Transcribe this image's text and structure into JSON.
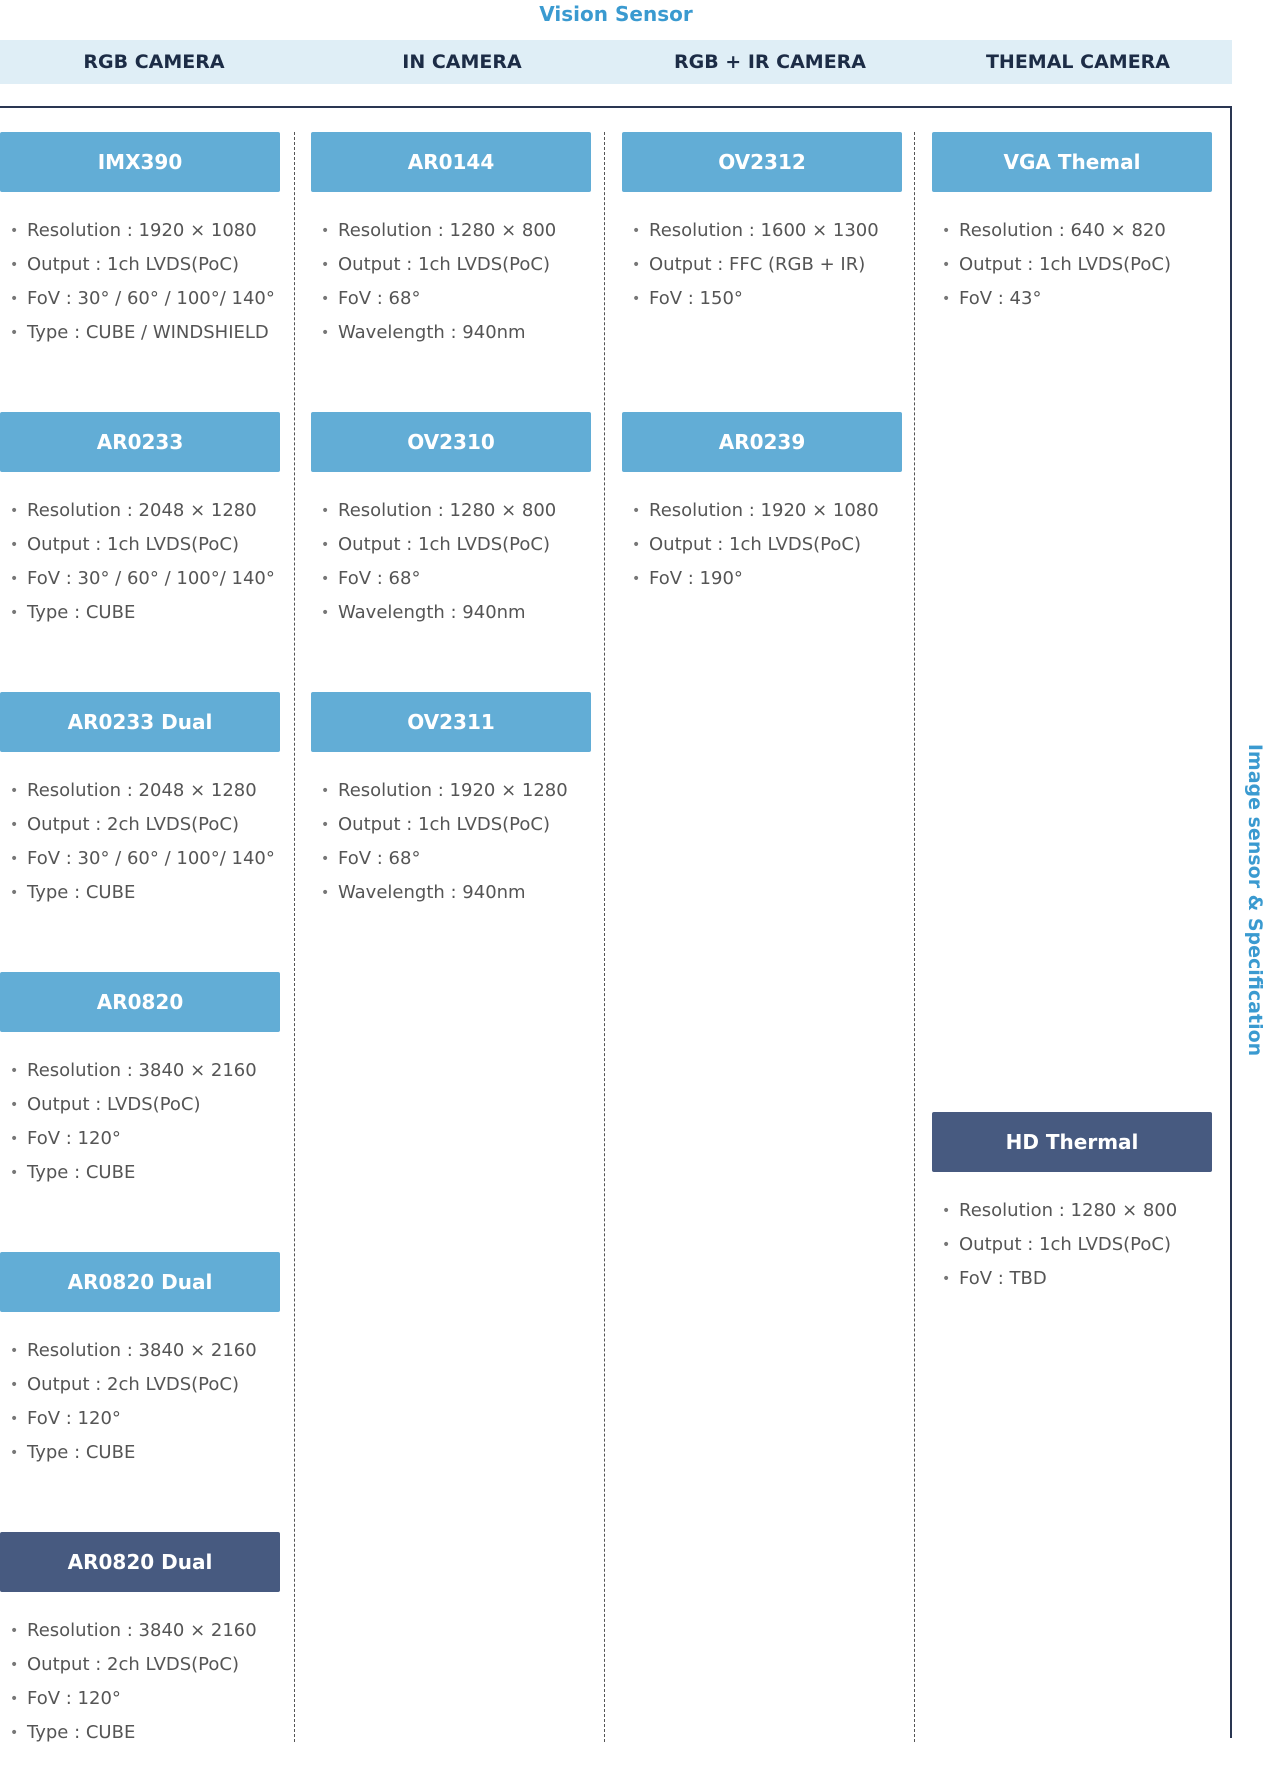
{
  "title": "Vision Sensor",
  "side_label": "Image sensor & Specification",
  "colors": {
    "accent": "#3a9ad0",
    "header_bg": "#dfeef6",
    "card_light": "#62add6",
    "card_dark": "#475a80",
    "frame": "#2a3652"
  },
  "columns": [
    {
      "heading": "RGB CAMERA",
      "cards": [
        {
          "name": "IMX390",
          "style": "light",
          "specs": [
            "Resolution : 1920 × 1080",
            "Output : 1ch LVDS(PoC)",
            "FoV : 30° / 60° / 100°/ 140°",
            "Type : CUBE / WINDSHIELD"
          ]
        },
        {
          "name": "AR0233",
          "style": "light",
          "specs": [
            "Resolution : 2048 × 1280",
            "Output : 1ch LVDS(PoC)",
            "FoV : 30° / 60° / 100°/ 140°",
            "Type : CUBE"
          ]
        },
        {
          "name": "AR0233 Dual",
          "style": "light",
          "specs": [
            "Resolution : 2048 × 1280",
            "Output : 2ch LVDS(PoC)",
            "FoV : 30° / 60° / 100°/ 140°",
            "Type : CUBE"
          ]
        },
        {
          "name": "AR0820",
          "style": "light",
          "specs": [
            "Resolution : 3840 × 2160",
            "Output : LVDS(PoC)",
            "FoV : 120°",
            "Type : CUBE"
          ]
        },
        {
          "name": "AR0820 Dual",
          "style": "light",
          "specs": [
            "Resolution : 3840 × 2160",
            "Output : 2ch LVDS(PoC)",
            "FoV : 120°",
            "Type : CUBE"
          ]
        },
        {
          "name": "AR0820 Dual",
          "style": "dark",
          "specs": [
            "Resolution : 3840 × 2160",
            "Output : 2ch LVDS(PoC)",
            "FoV : 120°",
            "Type : CUBE"
          ]
        }
      ]
    },
    {
      "heading": "IN CAMERA",
      "cards": [
        {
          "name": "AR0144",
          "style": "light",
          "specs": [
            "Resolution : 1280 × 800",
            "Output : 1ch LVDS(PoC)",
            "FoV : 68°",
            "Wavelength : 940nm"
          ]
        },
        {
          "name": "OV2310",
          "style": "light",
          "specs": [
            "Resolution : 1280 × 800",
            "Output : 1ch LVDS(PoC)",
            "FoV : 68°",
            "Wavelength : 940nm"
          ]
        },
        {
          "name": "OV2311",
          "style": "light",
          "specs": [
            "Resolution : 1920 × 1280",
            "Output : 1ch LVDS(PoC)",
            "FoV : 68°",
            "Wavelength : 940nm"
          ]
        }
      ]
    },
    {
      "heading": "RGB + IR CAMERA",
      "cards": [
        {
          "name": "OV2312",
          "style": "light",
          "specs": [
            "Resolution : 1600 × 1300",
            "Output : FFC (RGB + IR)",
            "FoV : 150°"
          ]
        },
        {
          "name": "AR0239",
          "style": "light",
          "specs": [
            "Resolution : 1920 × 1080",
            "Output : 1ch LVDS(PoC)",
            "FoV : 190°"
          ]
        }
      ]
    },
    {
      "heading": "THEMAL CAMERA",
      "cards": [
        {
          "name": "VGA Themal",
          "style": "light",
          "specs": [
            "Resolution : 640 × 820",
            "Output : 1ch LVDS(PoC)",
            "FoV : 43°"
          ]
        },
        {
          "name": "HD Thermal",
          "style": "dark",
          "specs": [
            "Resolution : 1280 × 800",
            "Output : 1ch LVDS(PoC)",
            "FoV : TBD"
          ]
        }
      ]
    }
  ]
}
